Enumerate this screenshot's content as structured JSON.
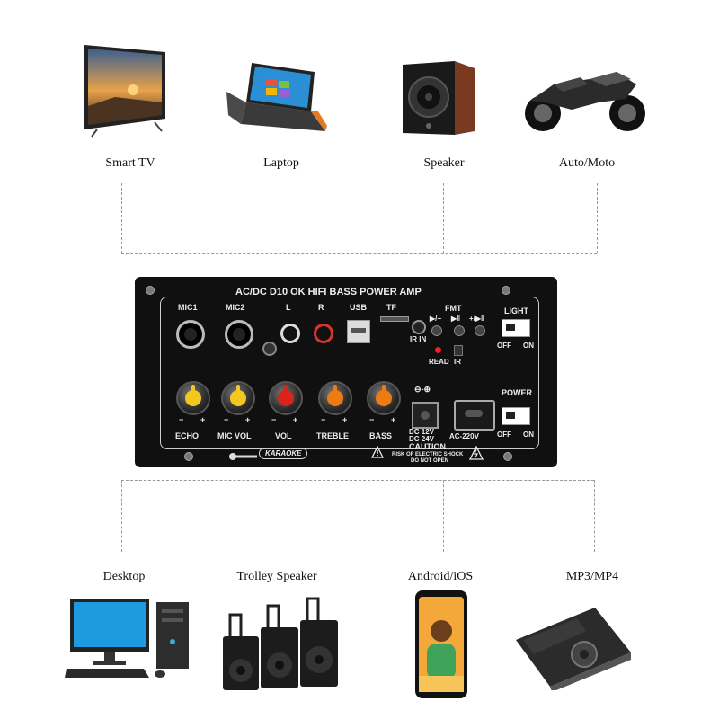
{
  "top_devices": [
    {
      "label": "Smart TV",
      "icon": "tv-icon"
    },
    {
      "label": "Laptop",
      "icon": "laptop-icon"
    },
    {
      "label": "Speaker",
      "icon": "speaker-icon"
    },
    {
      "label": "Auto/Moto",
      "icon": "motorcycle-icon"
    }
  ],
  "bottom_devices": [
    {
      "label": "Desktop",
      "icon": "desktop-computer-icon"
    },
    {
      "label": "Trolley Speaker",
      "icon": "trolley-speaker-icon"
    },
    {
      "label": "Android/iOS",
      "icon": "smartphone-icon"
    },
    {
      "label": "MP3/MP4",
      "icon": "mp3-player-icon"
    }
  ],
  "panel": {
    "title": "AC/DC  D10 OK  HIFI   BASS  POWER  AMP",
    "inputs": {
      "mic1": "MIC1",
      "mic2": "MIC2",
      "l": "L",
      "r": "R",
      "usb": "USB",
      "tf": "TF"
    },
    "fmt": "FMT",
    "buttons": {
      "prev": "▶/−",
      "play": "▶‖",
      "next": "+/▶‖"
    },
    "ir_in": "IR IN",
    "read": "READ",
    "ir": "IR",
    "light": {
      "label": "LIGHT",
      "off": "OFF",
      "on": "ON"
    },
    "power": {
      "label": "POWER",
      "off": "OFF",
      "on": "ON"
    },
    "knobs": [
      {
        "label": "ECHO",
        "color": "#f2c81e"
      },
      {
        "label": "MIC VOL",
        "color": "#f2c81e"
      },
      {
        "label": "VOL",
        "color": "#d8241c"
      },
      {
        "label": "TREBLE",
        "color": "#ee7a12"
      },
      {
        "label": "BASS",
        "color": "#ee7a12"
      }
    ],
    "minus": "−",
    "plus": "+",
    "dc_symbol": "⊖-⊕",
    "dc_line1": "DC 12V",
    "dc_line2": "DC 24V",
    "ac": "AC-220V",
    "karaoke": "KARAOKE",
    "caution": {
      "title": "CAUTION",
      "line1": "RISK OF ELECTRIC SHOCK",
      "line2": "DO NOT OPEN"
    }
  }
}
